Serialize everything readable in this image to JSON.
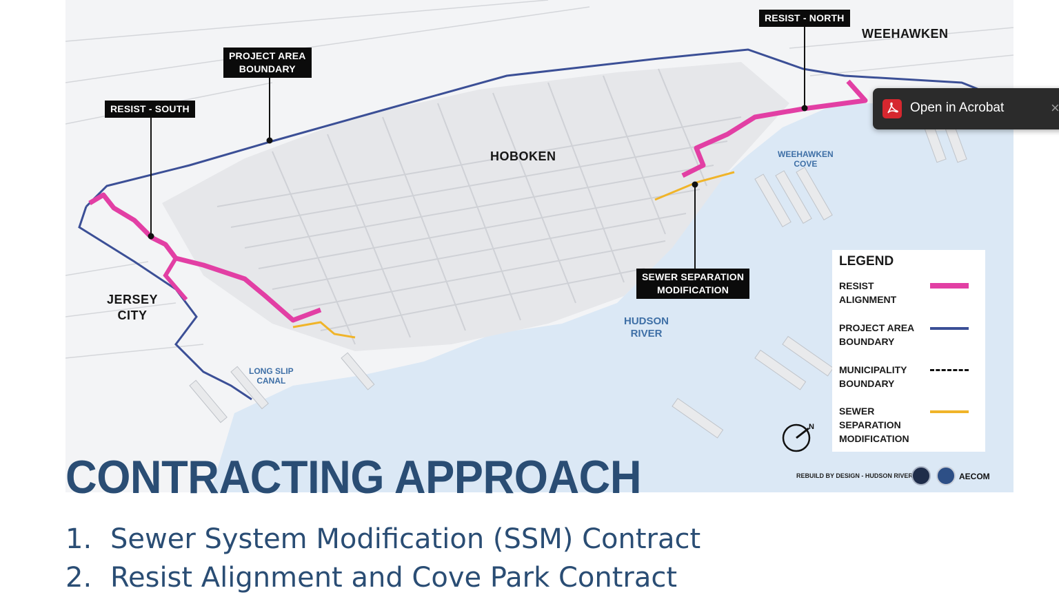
{
  "map": {
    "callouts": {
      "resist_north": "RESIST - NORTH",
      "project_area": "PROJECT AREA\nBOUNDARY",
      "resist_south": "RESIST - SOUTH",
      "sewer": "SEWER SEPARATION\nMODIFICATION"
    },
    "places": {
      "weehawken": "WEEHAWKEN",
      "hoboken": "HOBOKEN",
      "jersey_city": "JERSEY\nCITY",
      "weehawken_cove": "WEEHAWKEN\nCOVE",
      "hudson_river": "HUDSON\nRIVER",
      "long_slip_canal": "LONG SLIP\nCANAL"
    },
    "legend": {
      "title": "LEGEND",
      "items": [
        {
          "label": "RESIST\nALIGNMENT",
          "color": "#e23fa4",
          "style": "solid"
        },
        {
          "label": "PROJECT AREA\nBOUNDARY",
          "color": "#3b4f96",
          "style": "solid"
        },
        {
          "label": "MUNICIPALITY\nBOUNDARY",
          "color": "#111111",
          "style": "dashed"
        },
        {
          "label": "SEWER\nSEPARATION\nMODIFICATION",
          "color": "#f0b429",
          "style": "solid"
        }
      ]
    },
    "compass_label": "N",
    "credit": "REBUILD BY DESIGN - HUDSON RIVER",
    "logo_text": "AECOM"
  },
  "popup": {
    "label": "Open in Acrobat",
    "close": "×",
    "icon": "acrobat-pdf-icon"
  },
  "slide": {
    "heading": "CONTRACTING APPROACH",
    "items": [
      {
        "num": "1.",
        "text": "Sewer System Modification (SSM) Contract"
      },
      {
        "num": "2.",
        "text": "Resist Alignment and Cove Park Contract"
      }
    ]
  },
  "colors": {
    "heading": "#2a4d74",
    "water": "#dbe8f5",
    "resist": "#e23fa4",
    "boundary": "#3b4f96",
    "sewer": "#f0b429"
  }
}
